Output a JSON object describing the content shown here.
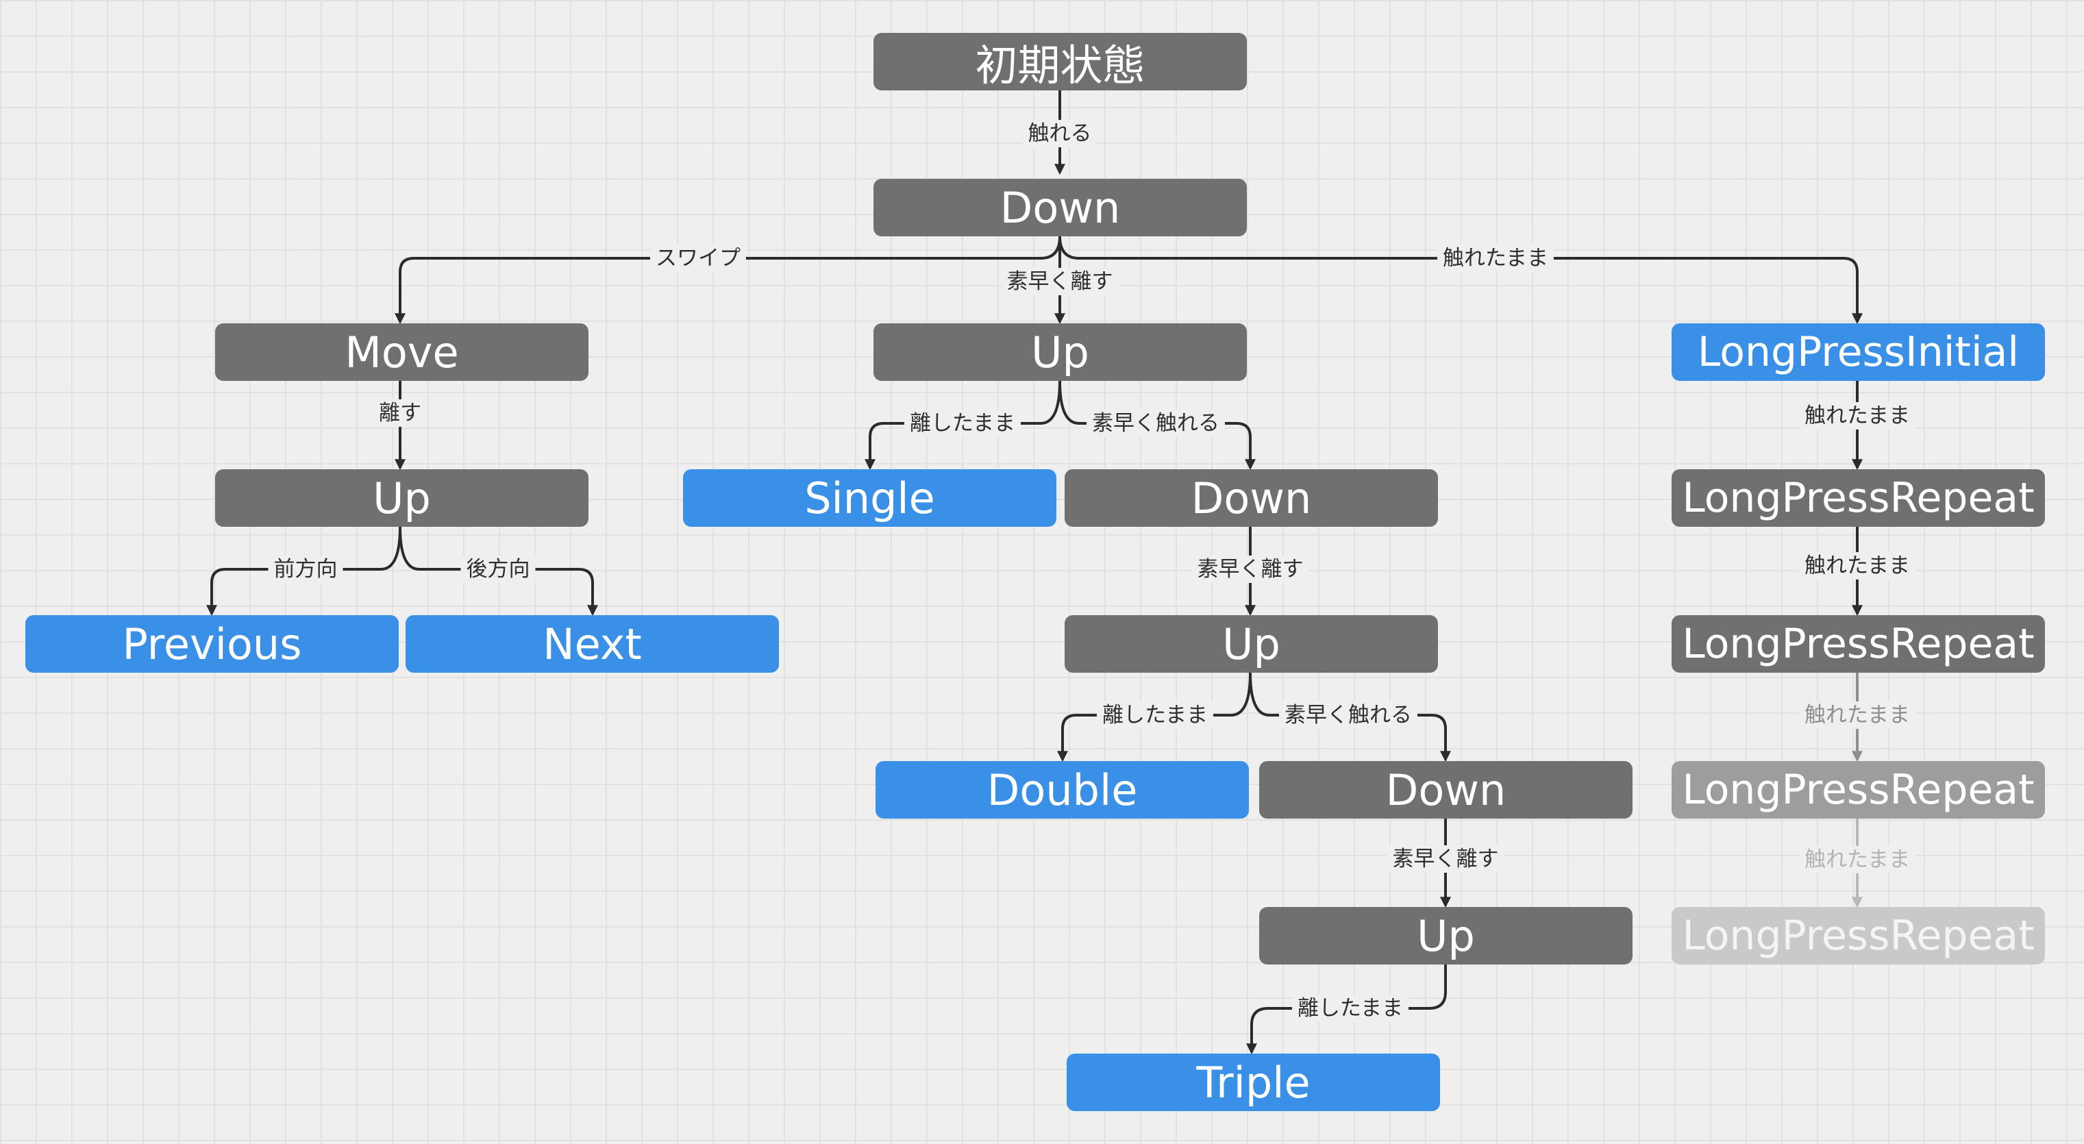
{
  "nodes": {
    "initial": "初期状態",
    "down1": "Down",
    "move": "Move",
    "up_move": "Up",
    "previous": "Previous",
    "next": "Next",
    "up1": "Up",
    "single": "Single",
    "down2": "Down",
    "up2": "Up",
    "double": "Double",
    "down3": "Down",
    "up3": "Up",
    "triple": "Triple",
    "long_initial": "LongPressInitial",
    "long_repeat_1": "LongPressRepeat",
    "long_repeat_2": "LongPressRepeat",
    "long_repeat_3": "LongPressRepeat",
    "long_repeat_4": "LongPressRepeat"
  },
  "edges": {
    "touch": "触れる",
    "swipe": "スワイプ",
    "quick_release_1": "素早く離す",
    "keep_touching_1": "触れたまま",
    "release": "離す",
    "forward": "前方向",
    "backward": "後方向",
    "stay_released_1": "離したまま",
    "quick_touch_1": "素早く触れる",
    "quick_release_2": "素早く離す",
    "stay_released_2": "離したまま",
    "quick_touch_2": "素早く触れる",
    "quick_release_3": "素早く離す",
    "stay_released_3": "離したまま",
    "keep_touching_2": "触れたまま",
    "keep_touching_3": "触れたまま",
    "keep_touching_4": "触れたまま",
    "keep_touching_5": "触れたまま"
  },
  "colors": {
    "state_node": "#707070",
    "gesture_node": "#3a8fe6",
    "faded_node_1": "#9d9d9d",
    "faded_node_2": "#c9c9c9",
    "edge": "#2b2b2b"
  }
}
